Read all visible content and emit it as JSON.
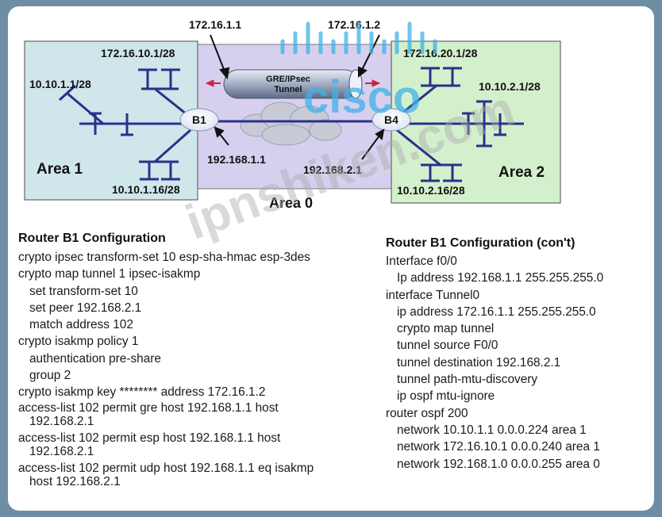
{
  "diagram": {
    "area1_label": "Area 1",
    "area2_label": "Area 2",
    "area0_label": "Area 0",
    "router_b1": "B1",
    "router_b4": "B4",
    "tunnel_line1": "GRE/IPsec",
    "tunnel_line2": "Tunnel",
    "ip_tunnel_b1": "172.16.1.1",
    "ip_tunnel_b4": "172.16.1.2",
    "net_172_16_10": "172.16.10.1/28",
    "net_10_10_1_1": "10.10.1.1/28",
    "net_10_10_1_16": "10.10.1.16/28",
    "net_172_16_20": "172.16.20.1/28",
    "net_10_10_2_1": "10.10.2.1/28",
    "net_10_10_2_16": "10.10.2.16/28",
    "ip_b1_wan": "192.168.1.1",
    "ip_b4_wan": "192.168.2.1",
    "colors": {
      "area_side": "#cfe6ea",
      "area_middle": "#d6d0ee",
      "area2": "#d3f0cc",
      "lan": "#2b2f8c",
      "arrow": "#cc2244"
    }
  },
  "watermarks": {
    "brand": "cisco",
    "site": "ipnshiken.com"
  },
  "config_left": {
    "title": "Router B1 Configuration",
    "lines": [
      "crypto ipsec transform-set 10 esp-sha-hmac esp-3des",
      "crypto map tunnel 1 ipsec-isakmp",
      "set transform-set 10",
      "set peer 192.168.2.1",
      "match address 102",
      "crypto isakmp policy 1",
      "authentication pre-share",
      "group 2",
      "crypto isakmp key ******** address 172.16.1.2",
      "access-list 102 permit gre host 192.168.1.1 host",
      "192.168.2.1",
      "access-list 102 permit esp host 192.168.1.1 host",
      "192.168.2.1",
      "access-list 102 permit udp host 192.168.1.1 eq isakmp",
      "host  192.168.2.1"
    ]
  },
  "config_right": {
    "title": "Router B1 Configuration (con't)",
    "lines": [
      "Interface f0/0",
      "Ip address 192.168.1.1 255.255.255.0",
      "interface Tunnel0",
      "ip address 172.16.1.1 255.255.255.0",
      "crypto map tunnel",
      "tunnel source F0/0",
      "tunnel destination 192.168.2.1",
      "tunnel path-mtu-discovery",
      "ip ospf mtu-ignore",
      "router ospf 200",
      "network 10.10.1.1 0.0.0.224 area 1",
      "network 172.16.10.1 0.0.0.240 area 1",
      "network 192.168.1.0 0.0.0.255 area 0"
    ]
  }
}
